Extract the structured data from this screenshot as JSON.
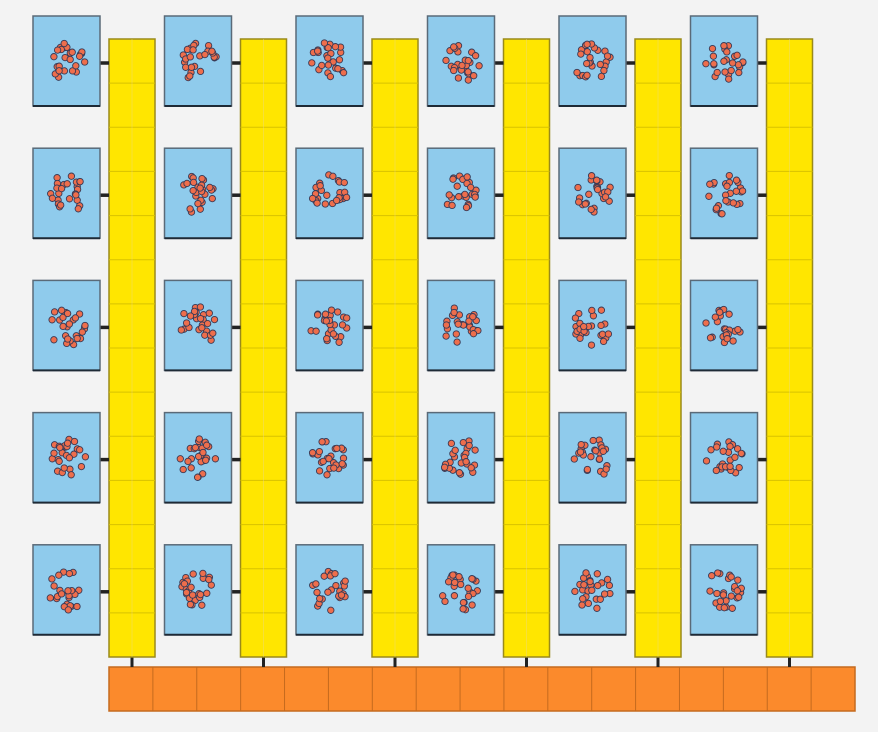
{
  "diagram": {
    "columns": 6,
    "rows": 5,
    "yellow_cells_per_bus": 14,
    "orange_cells": 17
  },
  "colors": {
    "background": "#f3f3f3",
    "box_fill": "#8fcbec",
    "box_stroke": "#5a6a78",
    "bus_fill": "#ffe600",
    "bus_stroke": "#9a8a1a",
    "bus_divider": "#d8c200",
    "bus_seam": "#e8d6a0",
    "base_fill": "#fb8a2c",
    "base_stroke": "#c46a1e",
    "connector": "#222222",
    "dot_fill": "#ee6e4c",
    "dot_stroke": "#3a3a55"
  },
  "icons": {
    "cluster": "particle-cluster-icon"
  }
}
